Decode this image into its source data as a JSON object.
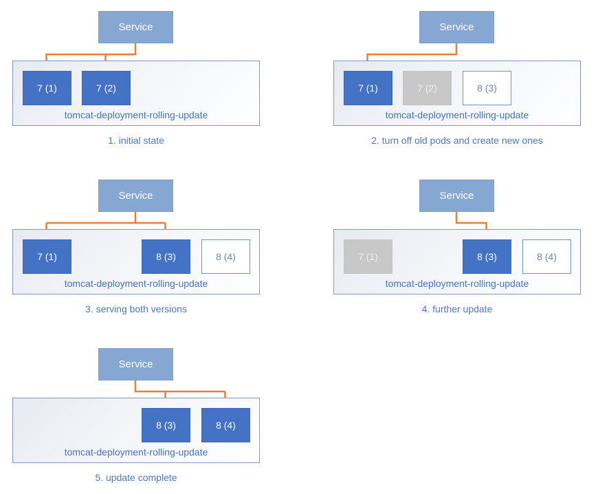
{
  "diagram": {
    "description": "Kubernetes rolling update of tomcat deployment",
    "colors": {
      "service_fill": "#87a7d3",
      "pod_active_fill": "#4472c4",
      "pod_inactive_fill": "#c8c8c8",
      "pod_new_border": "#6e91cf",
      "arrow_orange": "#ed7d31",
      "label_blue": "#4472c4",
      "container_border": "#8096c8"
    },
    "panels": [
      {
        "caption": "1. initial state",
        "service_label": "Service",
        "deployment_label": "tomcat-deployment-rolling-update",
        "pods": [
          {
            "label": "7 (1)",
            "state": "active"
          },
          {
            "label": "7 (2)",
            "state": "active"
          }
        ],
        "arrows_to": [
          "7 (1)",
          "7 (2)"
        ]
      },
      {
        "caption": "2. turn off old pods and create new ones",
        "service_label": "Service",
        "deployment_label": "tomcat-deployment-rolling-update",
        "pods": [
          {
            "label": "7 (1)",
            "state": "active"
          },
          {
            "label": "7 (2)",
            "state": "inactive"
          },
          {
            "label": "8 (3)",
            "state": "new"
          }
        ],
        "arrows_to": [
          "7 (1)"
        ]
      },
      {
        "caption": "3. serving both versions",
        "service_label": "Service",
        "deployment_label": "tomcat-deployment-rolling-update",
        "pods": [
          {
            "label": "7 (1)",
            "state": "active"
          },
          {
            "label": "8 (3)",
            "state": "active"
          },
          {
            "label": "8 (4)",
            "state": "new"
          }
        ],
        "arrows_to": [
          "7 (1)",
          "8 (3)"
        ]
      },
      {
        "caption": "4. further update",
        "service_label": "Service",
        "deployment_label": "tomcat-deployment-rolling-update",
        "pods": [
          {
            "label": "7 (1)",
            "state": "inactive"
          },
          {
            "label": "8 (3)",
            "state": "active"
          },
          {
            "label": "8 (4)",
            "state": "new"
          }
        ],
        "arrows_to": [
          "8 (3)"
        ]
      },
      {
        "caption": "5. update complete",
        "service_label": "Service",
        "deployment_label": "tomcat-deployment-rolling-update",
        "pods": [
          {
            "label": "8 (3)",
            "state": "active"
          },
          {
            "label": "8 (4)",
            "state": "active"
          }
        ],
        "arrows_to": [
          "8 (3)",
          "8 (4)"
        ]
      }
    ]
  }
}
